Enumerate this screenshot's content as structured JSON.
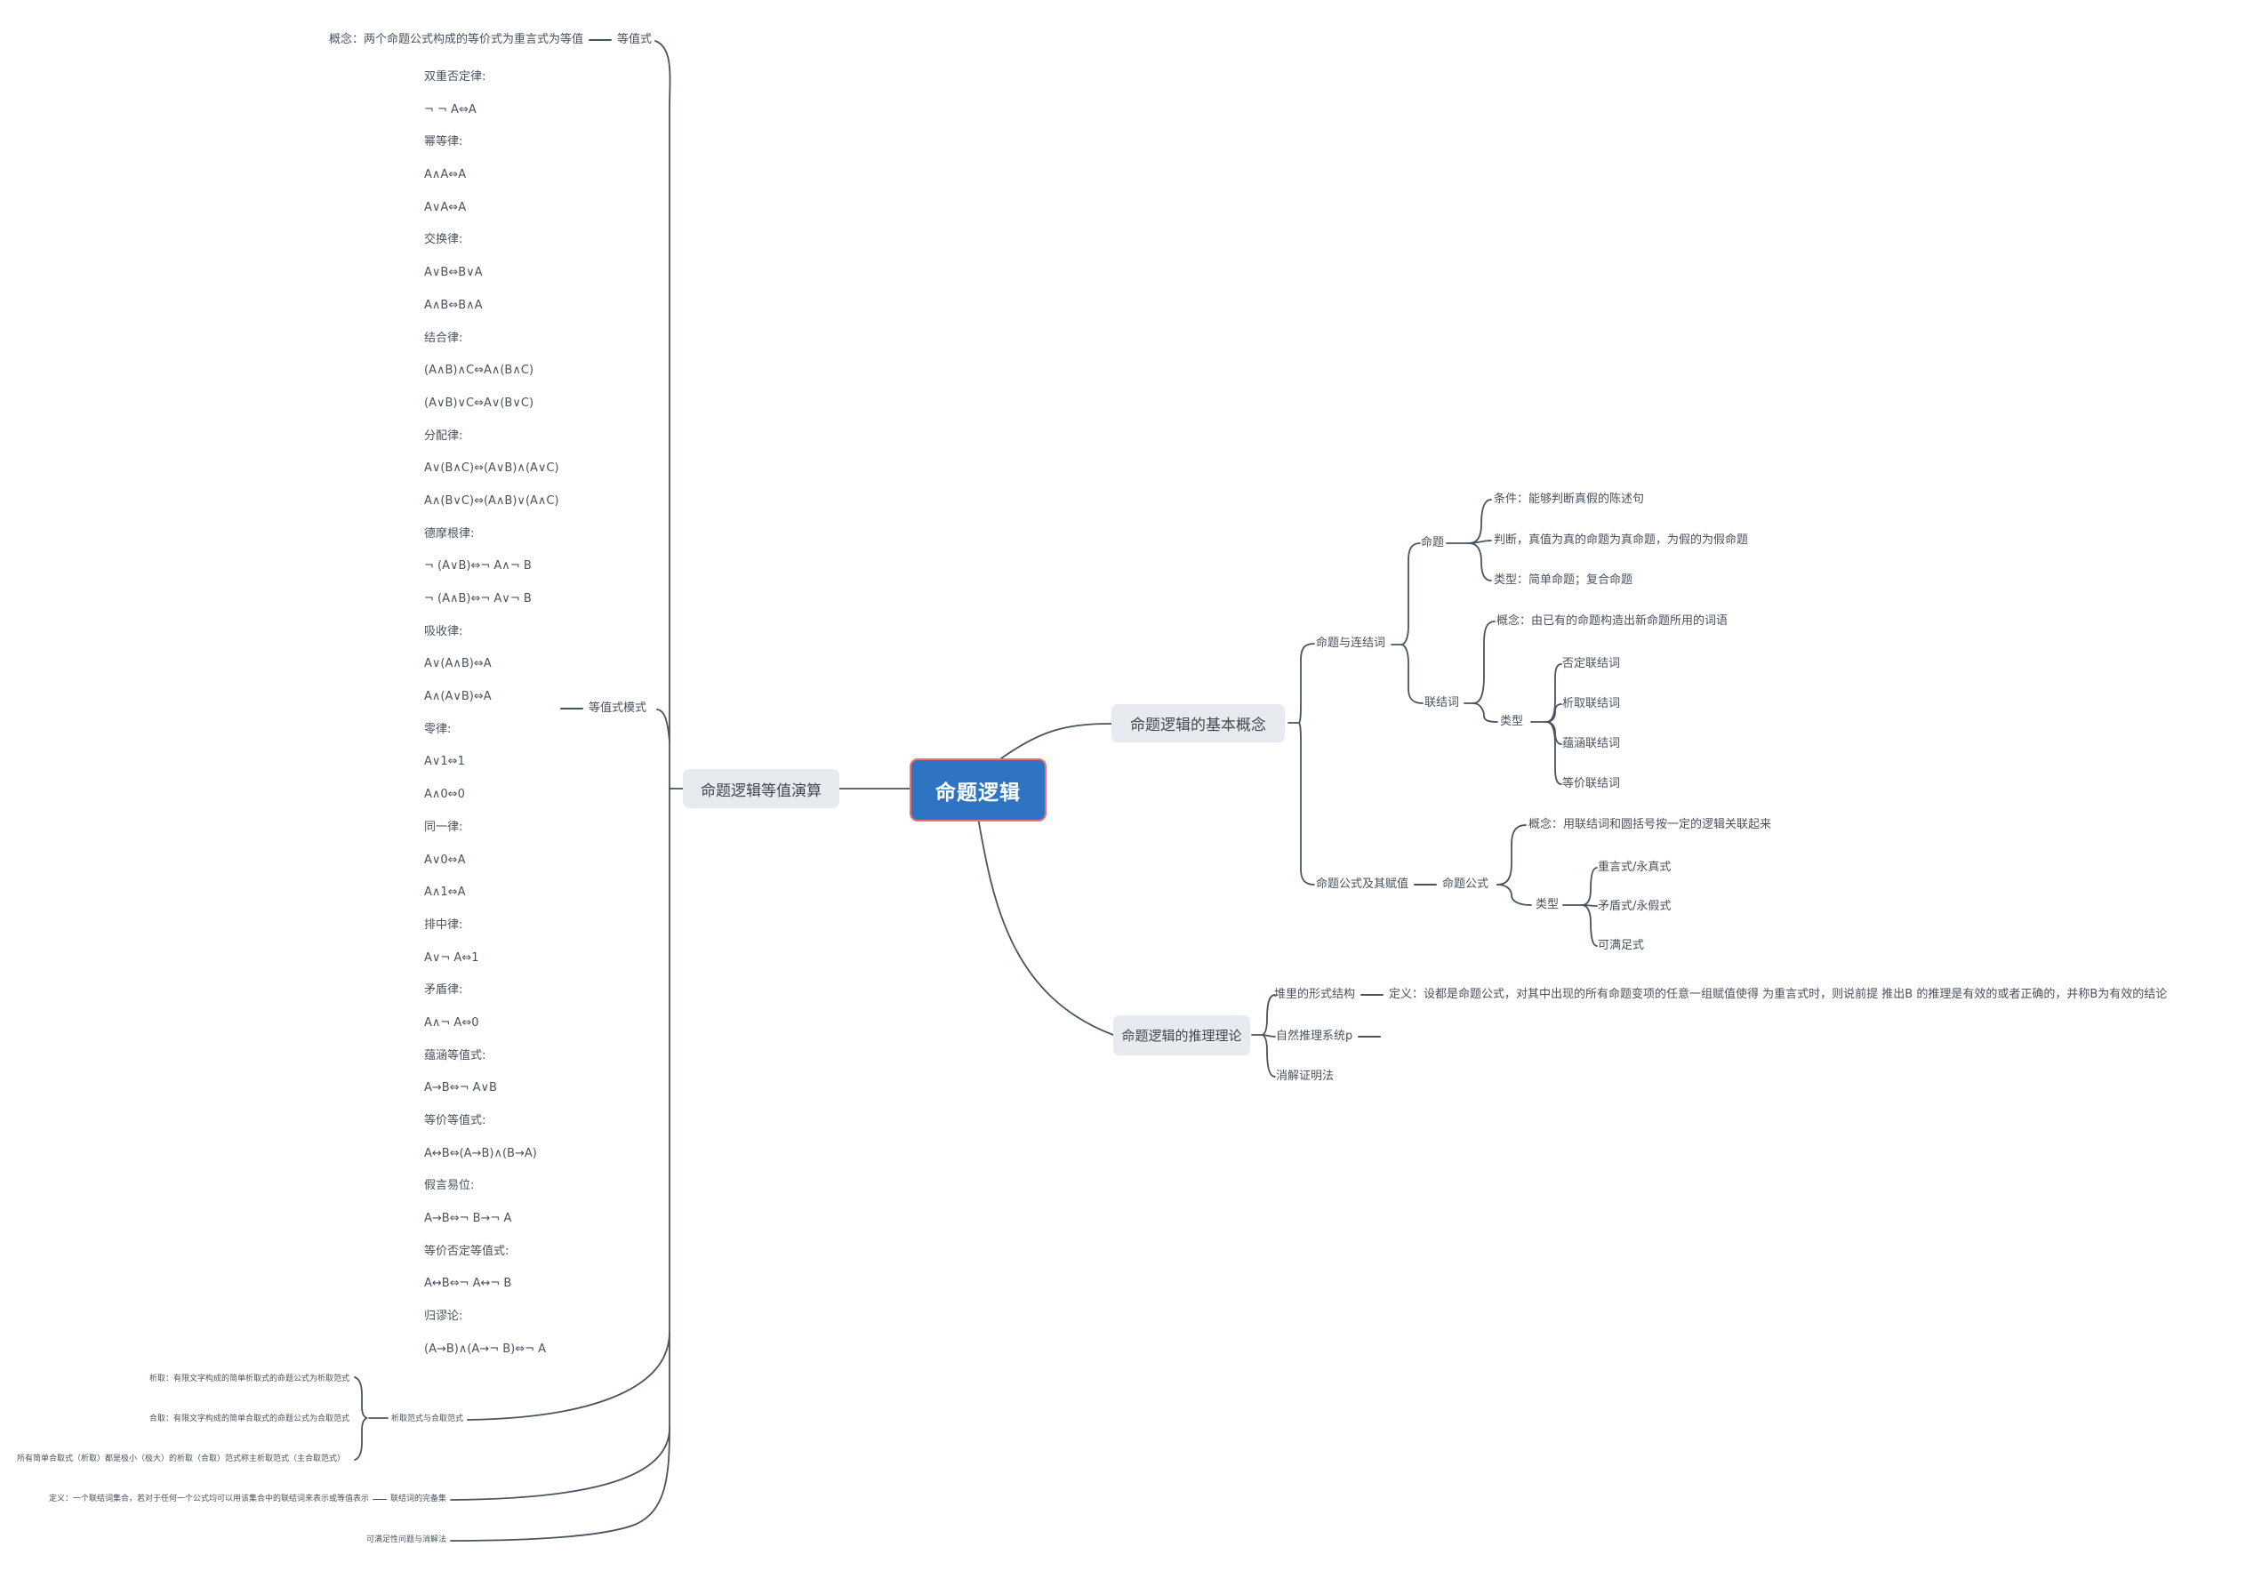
{
  "root": {
    "label": "命题逻辑"
  },
  "colors": {
    "root_fill": "#2e74c3",
    "root_border": "#f17172",
    "node_fill": "#e7eaee",
    "edge": "#49545f",
    "text": "#4a525c"
  },
  "left_branch": {
    "label": "命题逻辑等值演算",
    "equivalence": {
      "concept": "概念：两个命题公式构成的等价式为重言式为等值",
      "label": "等值式"
    },
    "pattern": {
      "label": "等值式模式",
      "laws": [
        "双重否定律:",
        "¬ ¬ A⇔A",
        "幂等律:",
        "A∧A⇔A",
        "A∨A⇔A",
        "交换律:",
        "A∨B⇔B∨A",
        "A∧B⇔B∧A",
        "结合律:",
        "(A∧B)∧C⇔A∧(B∧C)",
        "(A∨B)∨C⇔A∨(B∨C)",
        "分配律:",
        "A∨(B∧C)⇔(A∨B)∧(A∨C)",
        "A∧(B∨C)⇔(A∧B)∨(A∧C)",
        "德摩根律:",
        "¬ (A∨B)⇔¬ A∧¬ B",
        "¬ (A∧B)⇔¬ A∨¬ B",
        "吸收律:",
        "A∨(A∧B)⇔A",
        "A∧(A∨B)⇔A",
        "零律:",
        "A∨1⇔1",
        "A∧0⇔0",
        "同一律:",
        "A∨0⇔A",
        "A∧1⇔A",
        "排中律:",
        "A∨¬ A⇔1",
        "矛盾律:",
        "A∧¬ A⇔0",
        "蕴涵等值式:",
        "A→B⇔¬ A∨B",
        "等价等值式:",
        "A↔B⇔(A→B)∧(B→A)",
        "假言易位:",
        "A→B⇔¬ B→¬ A",
        "等价否定等值式:",
        "A↔B⇔¬ A↔¬ B",
        "归谬论:",
        "(A→B)∧(A→¬ B)⇔¬ A"
      ]
    },
    "normal_forms": {
      "disjunctive": "析取：有限文字构成的简单析取式的命题公式为析取范式",
      "conjunctive": "合取：有限文字构成的简单合取式的命题公式为合取范式",
      "principal": "所有简单合取式（析取）都是极小（极大）的析取（合取）范式称主析取范式（主合取范式）",
      "label": "析取范式与合取范式"
    },
    "complete_set": {
      "definition": "定义：一个联结词集合，若对于任何一个公式均可以用该集合中的联结词来表示或等值表示",
      "label": "联结词的完备集"
    },
    "satisfiability_label": "可满足性问题与消解法"
  },
  "concepts_branch": {
    "label": "命题逻辑的基本概念",
    "prop_connective": {
      "label": "命题与连结词",
      "proposition": {
        "label": "命题",
        "items": [
          "条件：能够判断真假的陈述句",
          "判断，真值为真的命题为真命题，为假的为假命题",
          "类型：简单命题；复合命题"
        ]
      },
      "connective": {
        "label": "联结词",
        "concept": "概念：由已有的命题构造出新命题所用的词语",
        "types": {
          "label": "类型",
          "items": [
            "否定联结词",
            "析取联结词",
            "蕴涵联结词",
            "等价联结词"
          ]
        }
      }
    },
    "formula": {
      "label": "命题公式及其赋值",
      "node": "命题公式",
      "concept": "概念：用联结词和圆括号按一定的逻辑关联起来",
      "types": {
        "label": "类型",
        "items": [
          "重言式/永真式",
          "矛盾式/永假式",
          "可满足式"
        ]
      }
    }
  },
  "inference_branch": {
    "label": "命题逻辑的推理理论",
    "form_structure": {
      "label": "堆里的形式结构",
      "definition": "定义：设都是命题公式，对其中出现的所有命题变项的任意一组赋值使得 为重言式时，则说前提 推出B 的推理是有效的或者正确的，并称B为有效的结论"
    },
    "natural_system": {
      "label": "自然推理系统p"
    },
    "resolution": {
      "label": "消解证明法"
    }
  }
}
